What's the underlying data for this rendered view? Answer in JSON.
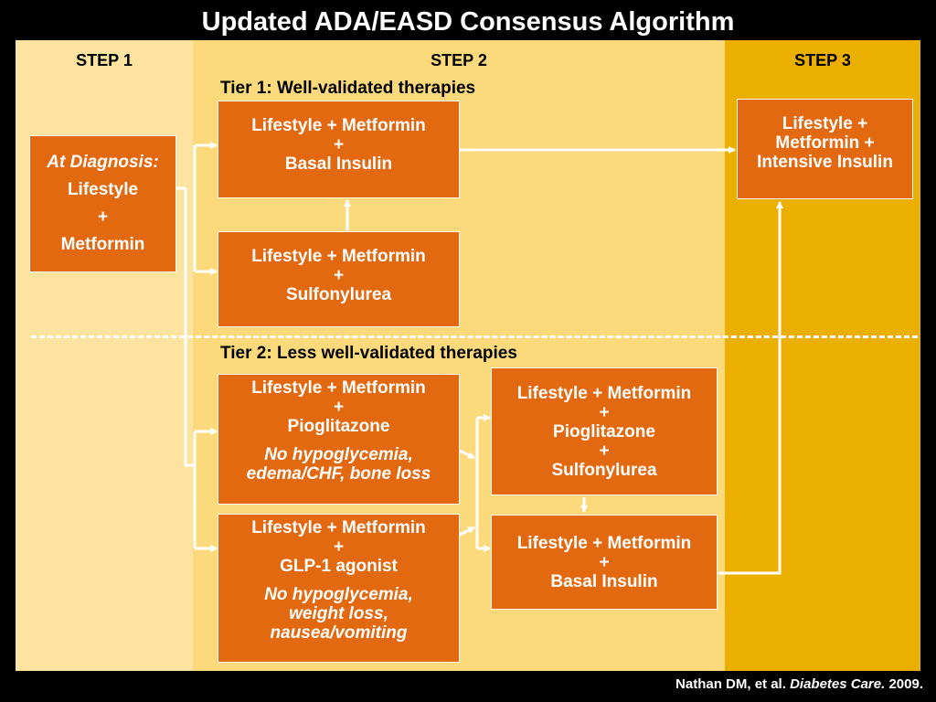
{
  "title": "Updated ADA/EASD Consensus Algorithm",
  "steps": [
    "STEP 1",
    "STEP 2",
    "STEP 3"
  ],
  "tiers": {
    "tier1": "Tier 1: Well-validated therapies",
    "tier2": "Tier 2: Less well-validated therapies"
  },
  "boxes": {
    "diagnosis": {
      "label": "At Diagnosis:",
      "lines": [
        "Lifestyle",
        "+",
        "Metformin"
      ]
    },
    "t1_basal": {
      "lines": [
        "Lifestyle + Metformin",
        "+",
        "Basal Insulin"
      ]
    },
    "t1_su": {
      "lines": [
        "Lifestyle + Metformin",
        "+",
        "Sulfonylurea"
      ]
    },
    "step3": {
      "lines": [
        "Lifestyle +",
        "Metformin +",
        "Intensive Insulin"
      ]
    },
    "t2_pio": {
      "lines": [
        "Lifestyle + Metformin",
        "+",
        "Pioglitazone"
      ],
      "note": [
        "No hypoglycemia,",
        "edema/CHF, bone loss"
      ]
    },
    "t2_glp1": {
      "lines": [
        "Lifestyle + Metformin",
        "+",
        "GLP-1 agonist"
      ],
      "note": [
        "No hypoglycemia,",
        "weight loss,",
        "nausea/vomiting"
      ]
    },
    "t2_pio_su": {
      "lines": [
        "Lifestyle + Metformin",
        "+",
        "Pioglitazone",
        "+",
        "Sulfonylurea"
      ]
    },
    "t2_basal": {
      "lines": [
        "Lifestyle + Metformin",
        "+",
        "Basal Insulin"
      ]
    }
  },
  "citation": {
    "authors": "Nathan DM, et al.",
    "journal": "Diabetes Care.",
    "year": "2009."
  },
  "colors": {
    "box": "#e2690f",
    "step1_bg": "#fce3a0",
    "step2_bg": "#fcd97a",
    "step3_bg": "#ebaf00",
    "connector": "#ffffff"
  }
}
